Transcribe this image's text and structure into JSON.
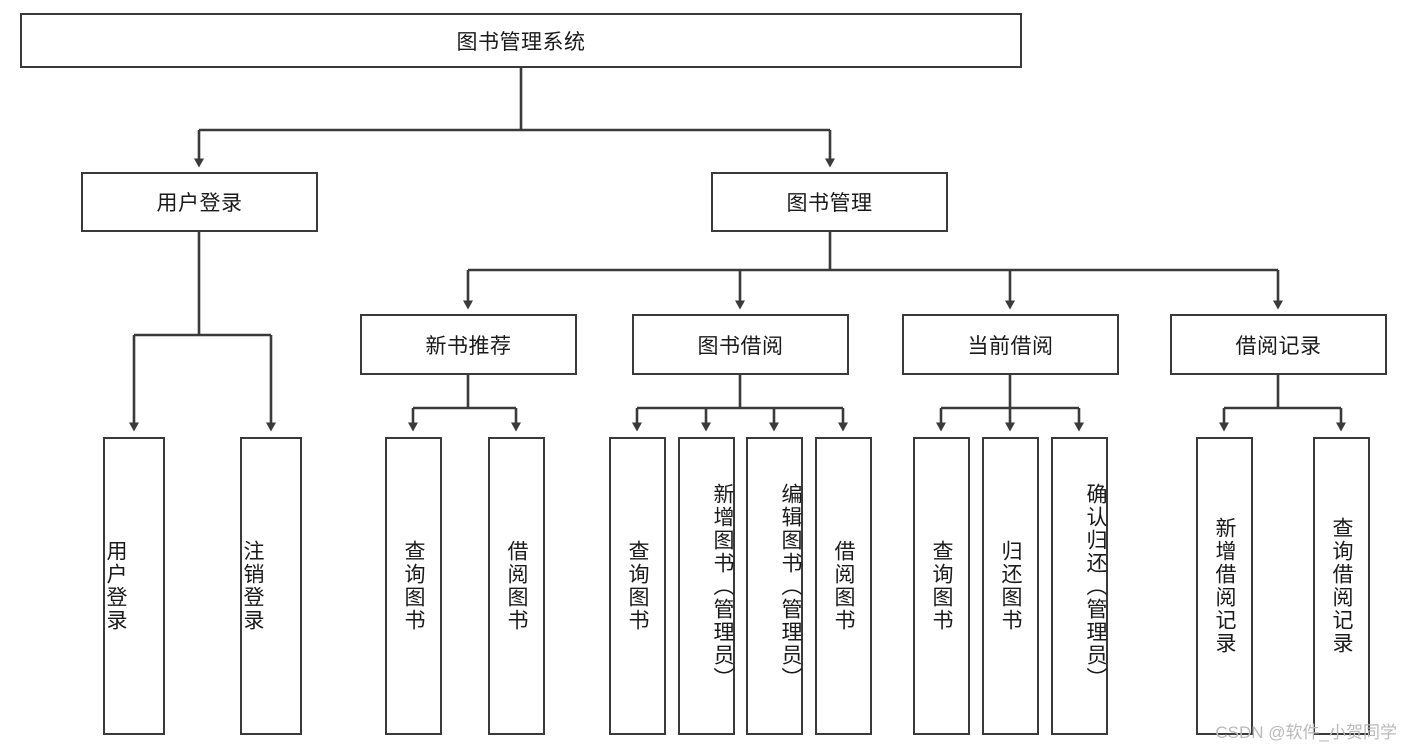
{
  "diagram": {
    "title": "图书管理系统",
    "watermark": "CSDN @软件_小贺同学",
    "colors": {
      "box_border": "#3a3a3a",
      "connector": "#3a3a3a",
      "background": "#ffffff",
      "text": "#1a1a1a",
      "watermark": "#b9b9b9"
    },
    "nodes": {
      "root": {
        "label": "图书管理系统"
      },
      "level1": [
        {
          "label": "用户登录"
        },
        {
          "label": "图书管理"
        }
      ],
      "level2": [
        {
          "label": "新书推荐"
        },
        {
          "label": "图书借阅"
        },
        {
          "label": "当前借阅"
        },
        {
          "label": "借阅记录"
        }
      ],
      "leaves": {
        "user_login": [
          {
            "label": "用户登录"
          },
          {
            "label": "注销登录"
          }
        ],
        "new_book": [
          {
            "label": "查询图书"
          },
          {
            "label": "借阅图书"
          }
        ],
        "book_borrow": [
          {
            "label": "查询图书"
          },
          {
            "label": "新增图书（管理员）"
          },
          {
            "label": "编辑图书（管理员）"
          },
          {
            "label": "借阅图书"
          }
        ],
        "current_borrow": [
          {
            "label": "查询图书"
          },
          {
            "label": "归还图书"
          },
          {
            "label": "确认归还（管理员）"
          }
        ],
        "borrow_record": [
          {
            "label": "新增借阅记录"
          },
          {
            "label": "查询借阅记录"
          }
        ]
      }
    }
  }
}
